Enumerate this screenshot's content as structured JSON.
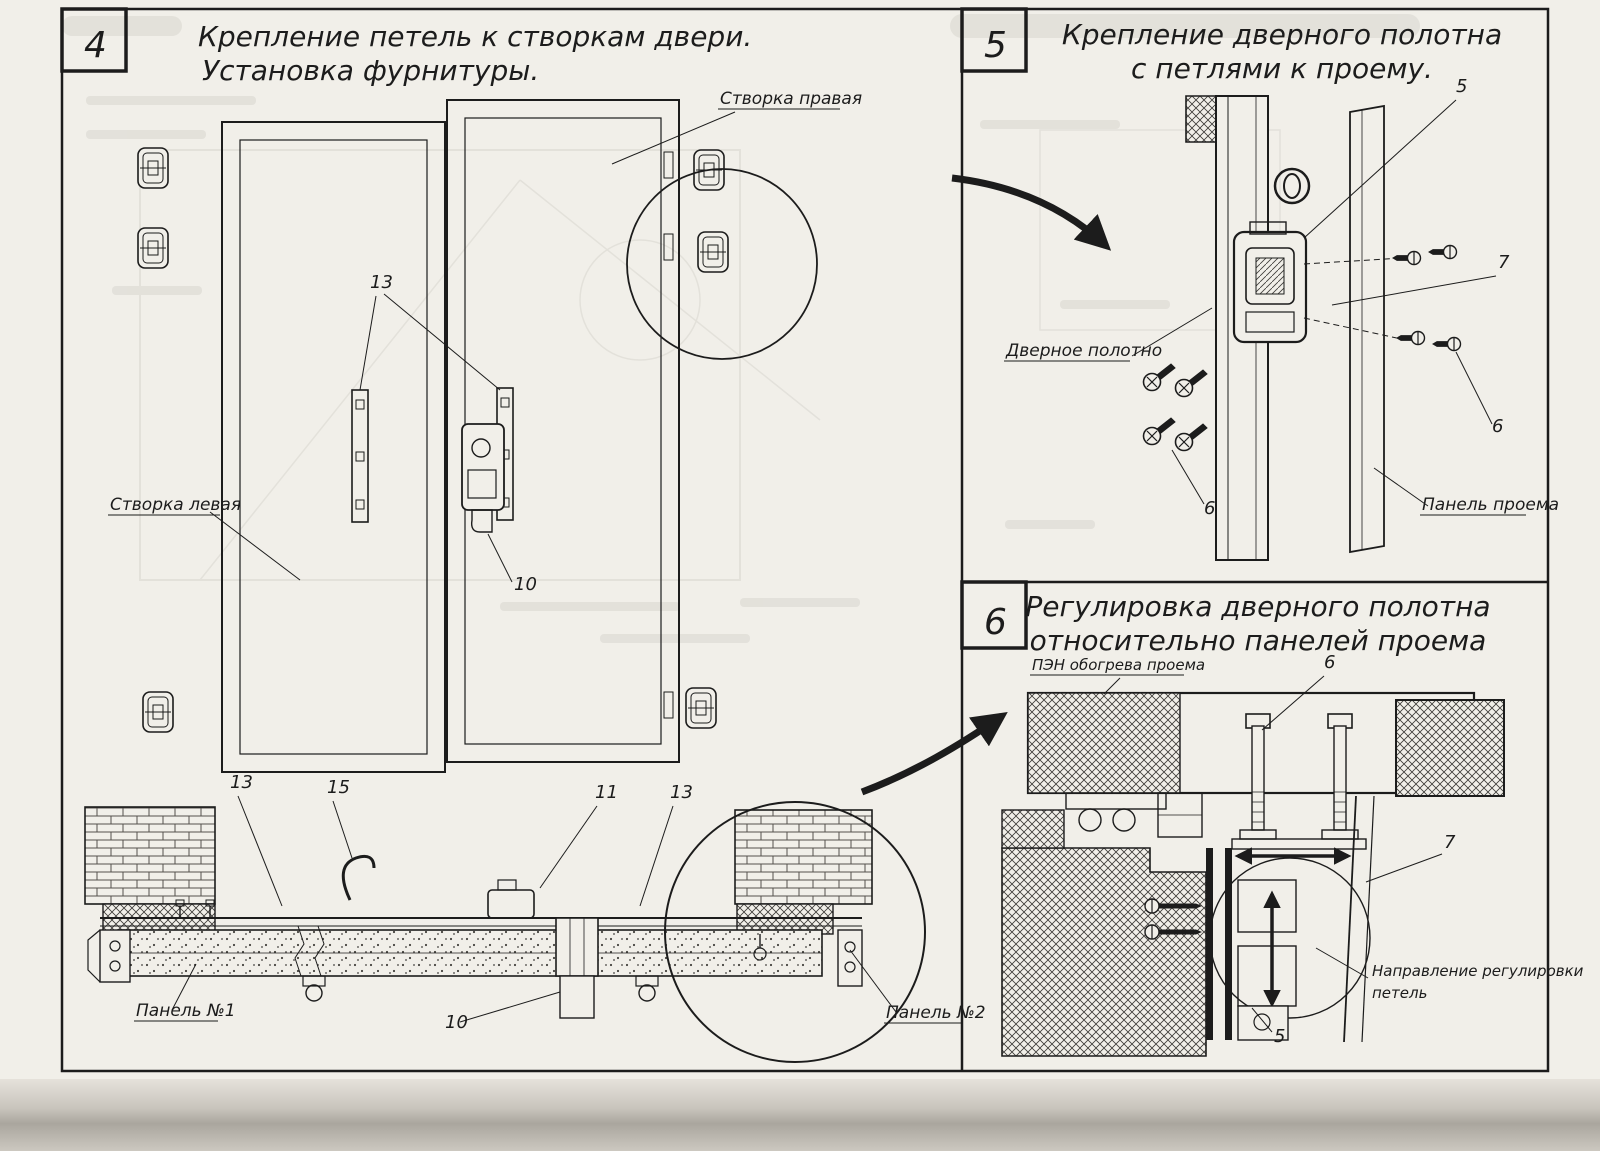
{
  "page": {
    "ink": "#1c1c1c",
    "paper": "#f1efe9"
  },
  "panel4": {
    "number": "4",
    "title1": "Крепление петель к створкам двери.",
    "title2": "Установка фурнитуры.",
    "label_right_leaf": "Створка правая",
    "label_left_leaf": "Створка левая",
    "label_panel1": "Панель №1",
    "label_panel2": "Панель №2",
    "c13a": "13",
    "c10a": "10",
    "c13b": "13",
    "c15": "15",
    "c11": "11",
    "c13c": "13",
    "c10b": "10"
  },
  "panel5": {
    "number": "5",
    "title1": "Крепление дверного полотна",
    "title2": "с петлями к проему.",
    "label_door": "Дверное полотно",
    "label_opening": "Панель проема",
    "c5": "5",
    "c7": "7",
    "c6a": "6",
    "c6b": "6"
  },
  "panel6": {
    "number": "6",
    "title1": "Регулировка дверного полотна",
    "title2": "относительно панелей проема",
    "label_heater": "ПЭН обогрева проема",
    "label_direction1": "Направление регулировки",
    "label_direction2": "петель",
    "c6": "6",
    "c7": "7",
    "c5": "5"
  }
}
